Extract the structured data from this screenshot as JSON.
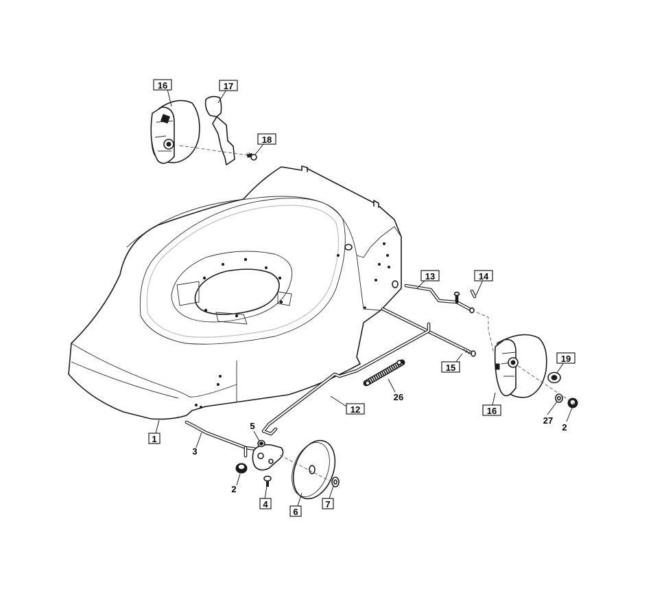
{
  "diagram": {
    "callouts": [
      {
        "id": "c1",
        "label": "1"
      },
      {
        "id": "c2a",
        "label": "2"
      },
      {
        "id": "c2b",
        "label": "2"
      },
      {
        "id": "c3",
        "label": "3"
      },
      {
        "id": "c4",
        "label": "4"
      },
      {
        "id": "c5",
        "label": "5"
      },
      {
        "id": "c6",
        "label": "6"
      },
      {
        "id": "c7",
        "label": "7"
      },
      {
        "id": "c12",
        "label": "12"
      },
      {
        "id": "c13",
        "label": "13"
      },
      {
        "id": "c14",
        "label": "14"
      },
      {
        "id": "c15",
        "label": "15"
      },
      {
        "id": "c16a",
        "label": "16"
      },
      {
        "id": "c16b",
        "label": "16"
      },
      {
        "id": "c17",
        "label": "17"
      },
      {
        "id": "c18",
        "label": "18"
      },
      {
        "id": "c19",
        "label": "19"
      },
      {
        "id": "c26",
        "label": "26"
      },
      {
        "id": "c27",
        "label": "27"
      }
    ]
  }
}
